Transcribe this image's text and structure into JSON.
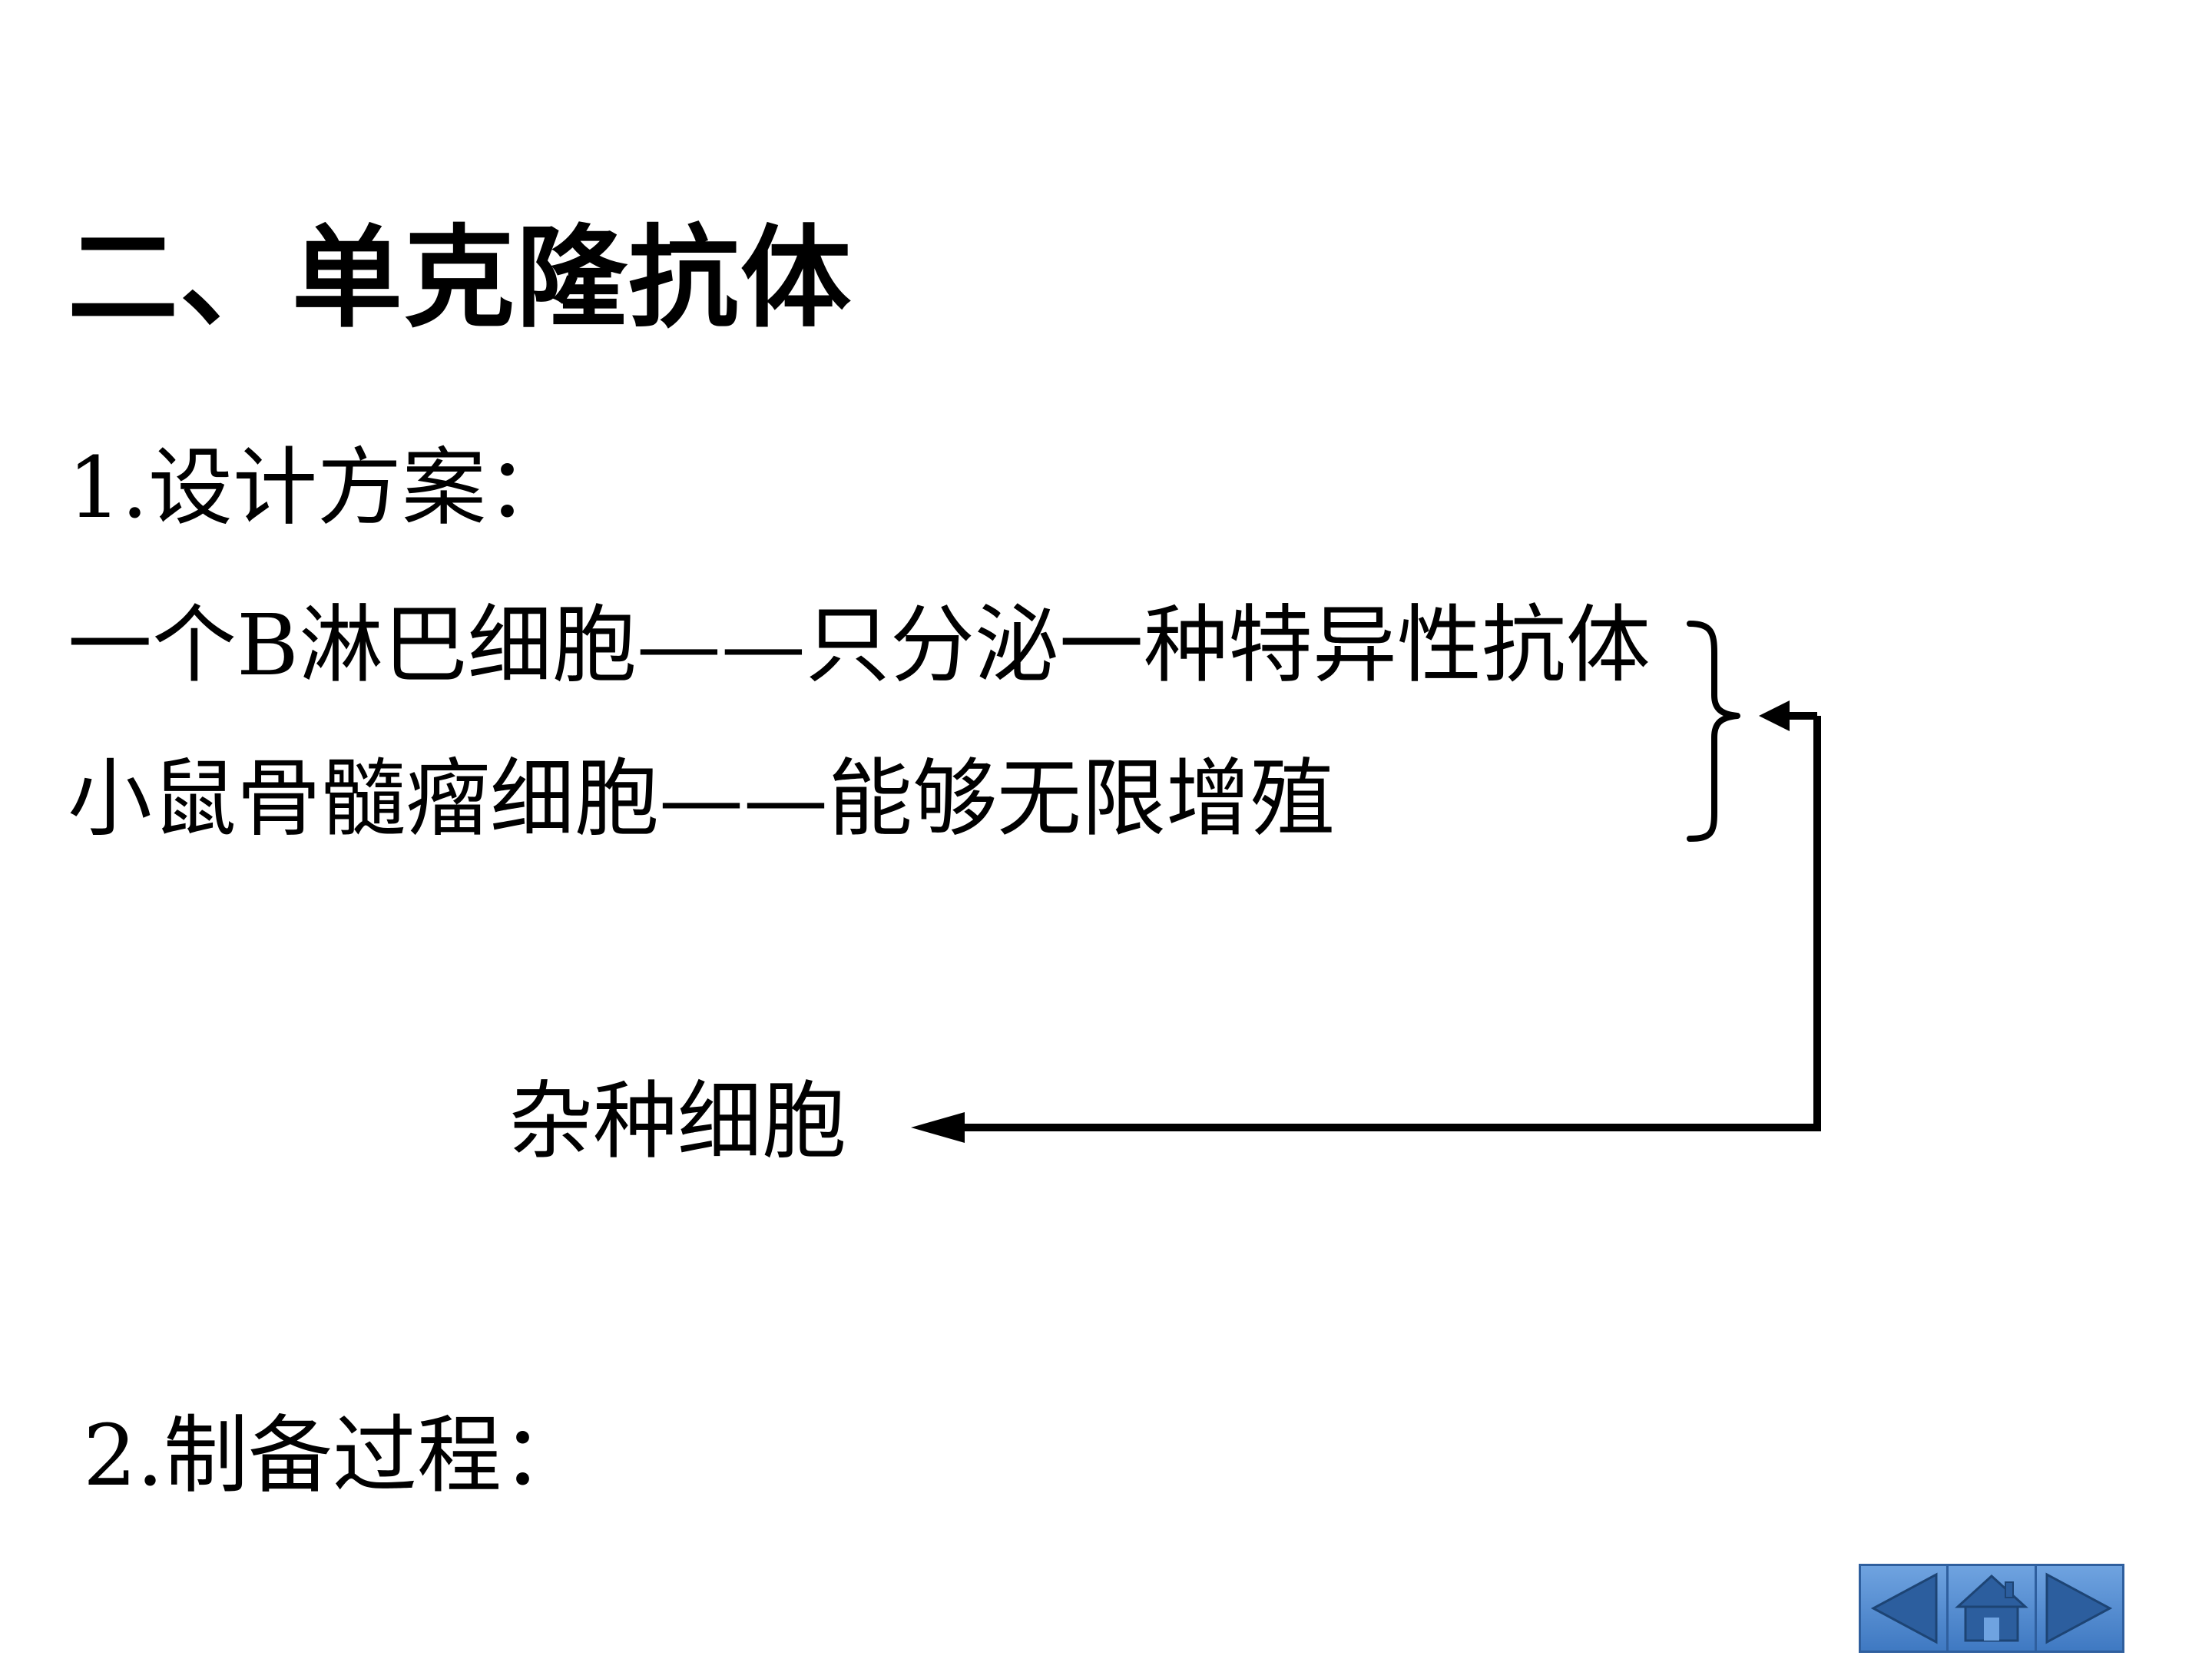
{
  "slide": {
    "title": "二、单克隆抗体",
    "section1": "1.设计方案：",
    "line_b_cell": "一个B淋巴细胞——只分泌一种特异性抗体",
    "line_myeloma": "小鼠骨髓瘤细胞——能够无限增殖",
    "hybrid": "杂种细胞",
    "section2": "2.制备过程："
  },
  "nav": {
    "prev_icon": "triangle-left-icon",
    "home_icon": "home-icon",
    "next_icon": "triangle-right-icon",
    "color": "#4a86cf"
  }
}
